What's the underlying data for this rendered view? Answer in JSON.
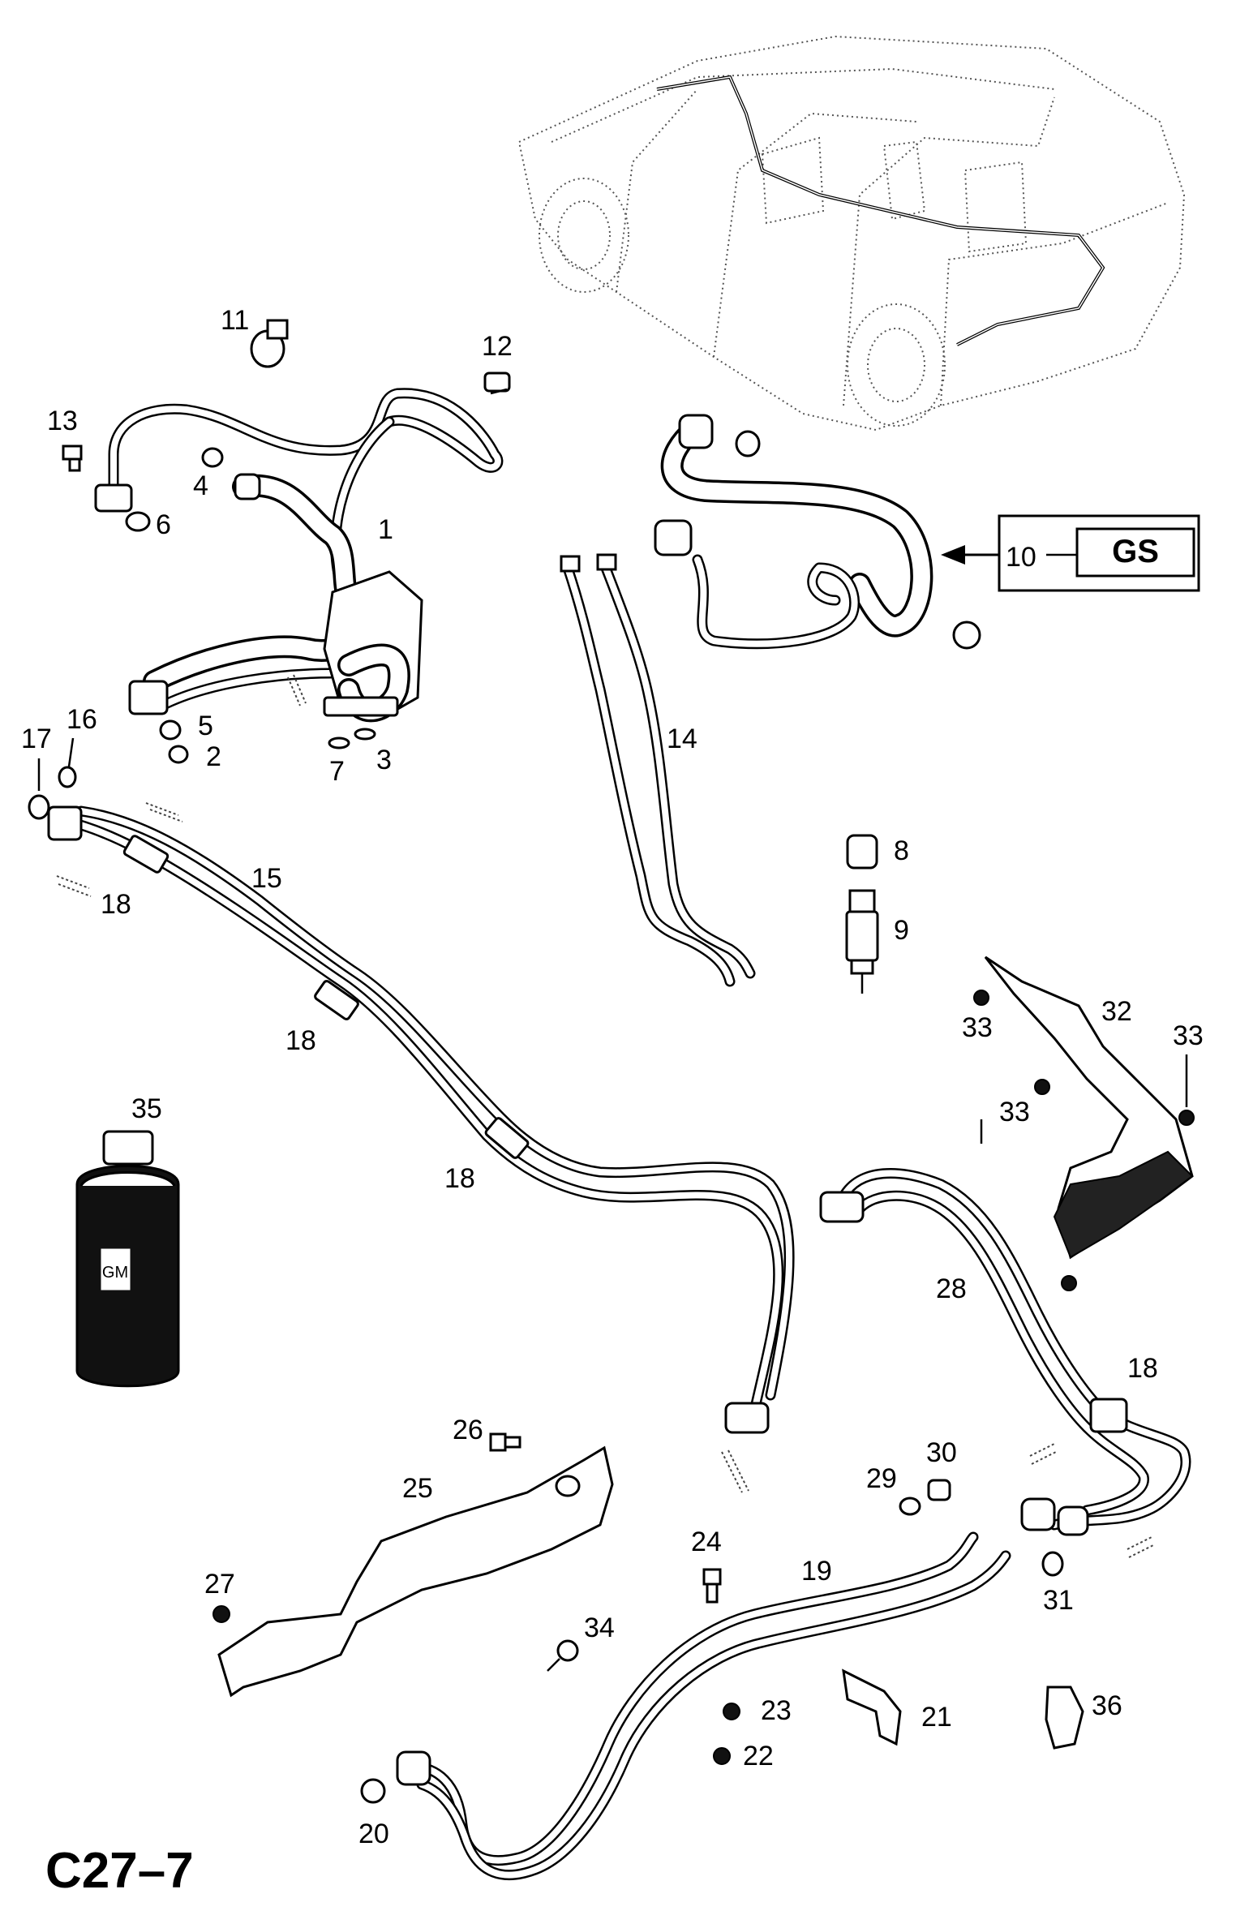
{
  "diagram": {
    "page_code": "C27–7",
    "gs_box_label": "GS",
    "bottle_brand": "GM",
    "callouts": [
      {
        "id": "c1",
        "text": "1"
      },
      {
        "id": "c2",
        "text": "2"
      },
      {
        "id": "c3",
        "text": "3"
      },
      {
        "id": "c4",
        "text": "4"
      },
      {
        "id": "c5",
        "text": "5"
      },
      {
        "id": "c6",
        "text": "6"
      },
      {
        "id": "c7",
        "text": "7"
      },
      {
        "id": "c8",
        "text": "8"
      },
      {
        "id": "c9",
        "text": "9"
      },
      {
        "id": "c10",
        "text": "10"
      },
      {
        "id": "c11",
        "text": "11"
      },
      {
        "id": "c12",
        "text": "12"
      },
      {
        "id": "c13",
        "text": "13"
      },
      {
        "id": "c14",
        "text": "14"
      },
      {
        "id": "c15",
        "text": "15"
      },
      {
        "id": "c16",
        "text": "16"
      },
      {
        "id": "c17",
        "text": "17"
      },
      {
        "id": "c18a",
        "text": "18"
      },
      {
        "id": "c18b",
        "text": "18"
      },
      {
        "id": "c18c",
        "text": "18"
      },
      {
        "id": "c18d",
        "text": "18"
      },
      {
        "id": "c19",
        "text": "19"
      },
      {
        "id": "c20",
        "text": "20"
      },
      {
        "id": "c21",
        "text": "21"
      },
      {
        "id": "c22",
        "text": "22"
      },
      {
        "id": "c23",
        "text": "23"
      },
      {
        "id": "c24",
        "text": "24"
      },
      {
        "id": "c25",
        "text": "25"
      },
      {
        "id": "c26",
        "text": "26"
      },
      {
        "id": "c27",
        "text": "27"
      },
      {
        "id": "c28",
        "text": "28"
      },
      {
        "id": "c29",
        "text": "29"
      },
      {
        "id": "c30",
        "text": "30"
      },
      {
        "id": "c31",
        "text": "31"
      },
      {
        "id": "c32",
        "text": "32"
      },
      {
        "id": "c33a",
        "text": "33"
      },
      {
        "id": "c33b",
        "text": "33"
      },
      {
        "id": "c33c",
        "text": "33"
      },
      {
        "id": "c34",
        "text": "34"
      },
      {
        "id": "c35",
        "text": "35"
      },
      {
        "id": "c36",
        "text": "36"
      }
    ]
  }
}
